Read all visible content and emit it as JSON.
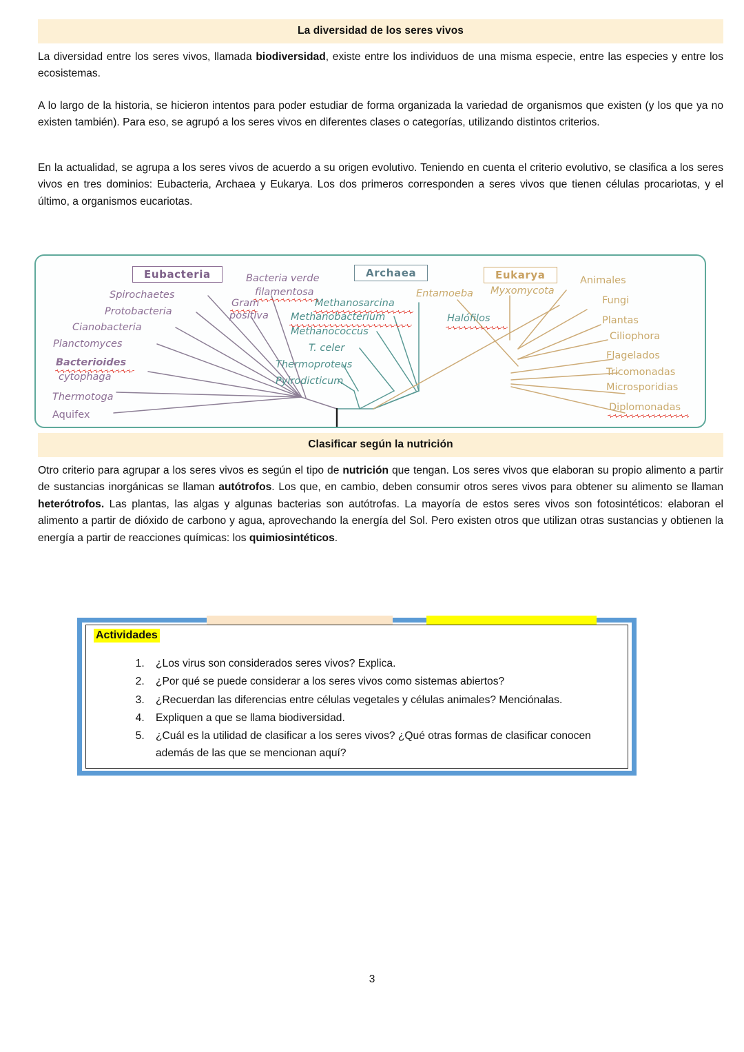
{
  "document": {
    "page_number": "3",
    "sections": [
      {
        "heading": "La diversidad de los seres vivos",
        "paragraphs": [
          {
            "id": "p1",
            "runs": [
              {
                "text": "La diversidad entre los seres vivos, llamada ",
                "bold": false
              },
              {
                "text": "biodiversidad",
                "bold": true
              },
              {
                "text": ", existe entre los individuos de una misma especie, entre las especies y entre los ecosistemas.",
                "bold": false
              }
            ]
          },
          {
            "id": "p2",
            "runs": [
              {
                "text": "A lo largo de la historia, se hicieron intentos para poder estudiar de forma organizada la variedad de organismos que existen (y los que ya no existen también). Para eso, se agrupó a los seres vivos en diferentes clases o categorías, utilizando distintos criterios.",
                "bold": false
              }
            ]
          },
          {
            "id": "p3",
            "runs": [
              {
                "text": "En la actualidad, se agrupa a los seres vivos de acuerdo a su origen evolutivo. Teniendo en cuenta el criterio evolutivo, se clasifica a los seres vivos en tres dominios: Eubacteria, Archaea y Eukarya. Los dos primeros corresponden a seres vivos que tienen células procariotas, y el último, a organismos eucariotas.",
                "bold": false
              }
            ]
          }
        ]
      },
      {
        "heading": "Clasificar según la nutrición",
        "paragraphs": [
          {
            "id": "p4",
            "runs": [
              {
                "text": "Otro criterio para agrupar a los seres vivos es según el tipo de ",
                "bold": false
              },
              {
                "text": "nutrición",
                "bold": true
              },
              {
                "text": " que tengan. Los seres vivos que elaboran su propio alimento a partir de sustancias inorgánicas se llaman ",
                "bold": false
              },
              {
                "text": "autótrofos",
                "bold": true
              },
              {
                "text": ". Los que, en cambio, deben consumir otros seres vivos para obtener su alimento se llaman ",
                "bold": false
              },
              {
                "text": "heterótrofos.",
                "bold": true
              },
              {
                "text": " Las plantas, las algas y algunas bacterias son autótrofas. La mayoría de estos seres vivos son fotosintéticos: elaboran el alimento a partir de dióxido de carbono y agua, aprovechando la energía del Sol. Pero existen otros que utilizan otras sustancias y obtienen la energía a partir de reacciones químicas: los ",
                "bold": false
              },
              {
                "text": "quimiosintéticos",
                "bold": true
              },
              {
                "text": ".",
                "bold": false
              }
            ]
          }
        ]
      }
    ]
  },
  "figure": {
    "name": "phylogenetic-tree-three-domains",
    "frame_color": "#5fa99b",
    "domains": [
      {
        "key": "eubacteria",
        "label": "Eubacteria",
        "color": "#8d6f95",
        "taxa": [
          {
            "name": "Spirochaetes",
            "misspelled": false
          },
          {
            "name": "Protobacteria",
            "misspelled": false
          },
          {
            "name": "Cianobacteria",
            "misspelled": false
          },
          {
            "name": "Planctomyces",
            "misspelled": false
          },
          {
            "name": "Bacterioides",
            "misspelled": true
          },
          {
            "name": "cytophaga",
            "misspelled": false
          },
          {
            "name": "Thermotoga",
            "misspelled": false
          },
          {
            "name": "Aquifex",
            "misspelled": false
          },
          {
            "name": "Bacteria verde",
            "misspelled": false
          },
          {
            "name": "filamentosa",
            "misspelled": true
          },
          {
            "name": "Gram",
            "misspelled": true
          },
          {
            "name": "positiva",
            "misspelled": false
          }
        ]
      },
      {
        "key": "archaea",
        "label": "Archaea",
        "color": "#4e8f8b",
        "taxa": [
          {
            "name": "Methanosarcina",
            "misspelled": true
          },
          {
            "name": "Methanobacterium",
            "misspelled": true
          },
          {
            "name": "Methanococcus",
            "misspelled": false
          },
          {
            "name": "T. celer",
            "misspelled": false
          },
          {
            "name": "Thermoproteus",
            "misspelled": false
          },
          {
            "name": "Pyirodicticum",
            "misspelled": false
          },
          {
            "name": "Halófilos",
            "misspelled": true
          }
        ]
      },
      {
        "key": "eukarya",
        "label": "Eukarya",
        "color": "#c9a96b",
        "taxa": [
          {
            "name": "Entamoeba",
            "misspelled": false
          },
          {
            "name": "Myxomycota",
            "misspelled": false
          },
          {
            "name": "Animales",
            "misspelled": false
          },
          {
            "name": "Fungi",
            "misspelled": false
          },
          {
            "name": "Plantas",
            "misspelled": false
          },
          {
            "name": "Ciliophora",
            "misspelled": false
          },
          {
            "name": "Flagelados",
            "misspelled": false
          },
          {
            "name": "Tricomonadas",
            "misspelled": false
          },
          {
            "name": "Microsporidias",
            "misspelled": false
          },
          {
            "name": "Diplomonadas",
            "misspelled": true
          }
        ]
      }
    ]
  },
  "activities": {
    "title": "Actividades",
    "title_highlight": "#ffff00",
    "border_color": "#5b9bd5",
    "highlight_bars": [
      {
        "color": "#fbe5c8"
      },
      {
        "color": "#ffff00"
      }
    ],
    "items": [
      "¿Los virus son considerados seres vivos? Explica.",
      "¿Por qué se puede considerar a los seres vivos como sistemas abiertos?",
      "¿Recuerdan las diferencias entre células vegetales y células animales? Menciónalas.",
      "Expliquen a que se llama biodiversidad.",
      "¿Cuál es la utilidad de clasificar a los seres vivos? ¿Qué otras formas de clasificar conocen además de las que se mencionan aquí?"
    ]
  }
}
